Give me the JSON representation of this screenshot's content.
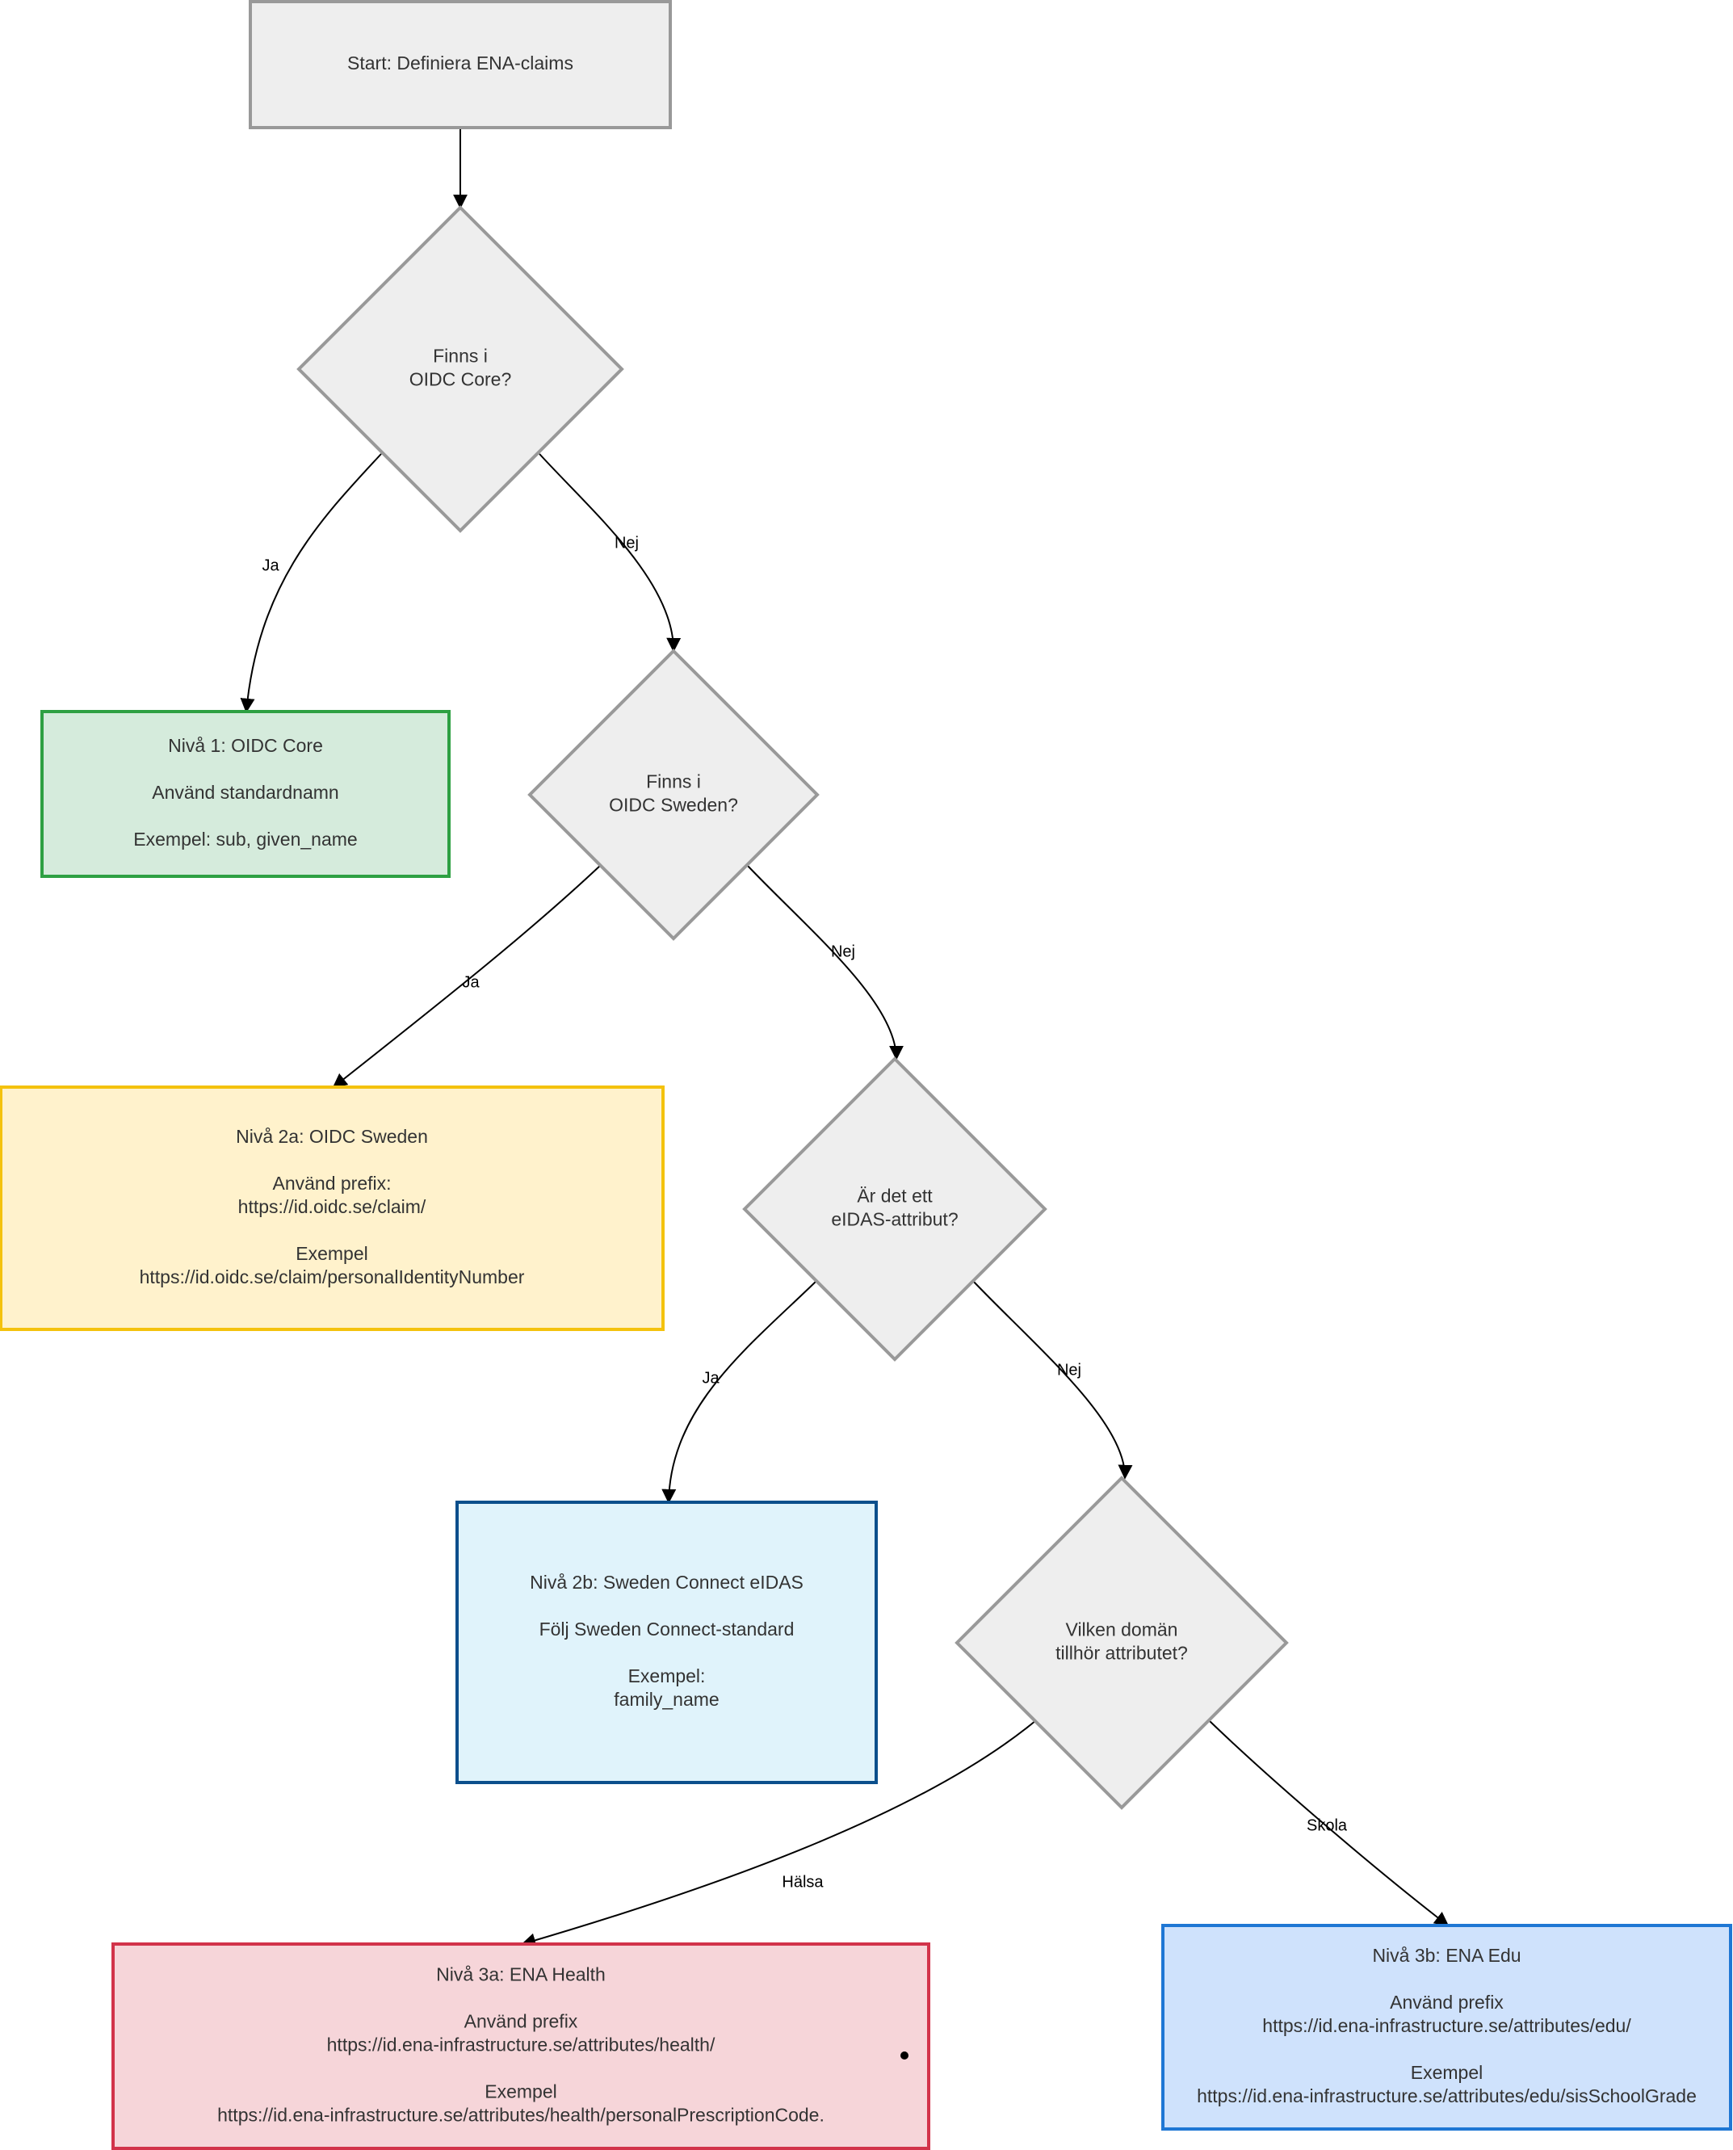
{
  "diagram": {
    "nodes": {
      "start": {
        "lines": [
          "Start: Definiera ENA-claims"
        ],
        "fill": "#eeeeee",
        "stroke": "#999999"
      },
      "q_core": {
        "lines": [
          "Finns  i",
          "OIDC Core?"
        ],
        "fill": "#eeeeee",
        "stroke": "#999999"
      },
      "level1": {
        "lines": [
          "Nivå 1: OIDC Core",
          "",
          "Använd standardnamn",
          "",
          "Exempel: sub, given_name"
        ],
        "fill": "#d5ebdc",
        "stroke": "#2ea043"
      },
      "q_sweden": {
        "lines": [
          "Finns i",
          "OIDC Sweden?"
        ],
        "fill": "#eeeeee",
        "stroke": "#999999"
      },
      "level2a": {
        "lines": [
          "Nivå 2a: OIDC Sweden",
          "",
          "Använd prefix:",
          "https://id.oidc.se/claim/",
          "",
          "Exempel",
          "https://id.oidc.se/claim/personalIdentityNumber"
        ],
        "fill": "#fff2cc",
        "stroke": "#f4c20d"
      },
      "q_eidas": {
        "lines": [
          "Är det ett",
          "eIDAS-attribut?"
        ],
        "fill": "#eeeeee",
        "stroke": "#999999"
      },
      "level2b": {
        "lines": [
          "Nivå 2b: Sweden Connect eIDAS",
          "",
          "Följ Sweden Connect-standard",
          "",
          "Exempel:",
          "family_name"
        ],
        "fill": "#e0f3fb",
        "stroke": "#0b4f8c"
      },
      "q_domain": {
        "lines": [
          "Vilken domän",
          "tillhör attributet?"
        ],
        "fill": "#eeeeee",
        "stroke": "#999999"
      },
      "level3a": {
        "lines": [
          "Nivå 3a: ENA Health",
          "",
          "Använd prefix",
          "https://id.ena-infrastructure.se/attributes/health/",
          "",
          "Exempel",
          "https://id.ena-infrastructure.se/attributes/health/personalPrescriptionCode."
        ],
        "fill": "#f6d5d9",
        "stroke": "#d2334a"
      },
      "level3b": {
        "lines": [
          "Nivå 3b: ENA Edu",
          "",
          "Använd prefix",
          "https://id.ena-infrastructure.se/attributes/edu/",
          "",
          "Exempel",
          "https://id.ena-infrastructure.se/attributes/edu/sisSchoolGrade"
        ],
        "fill": "#cfe2fc",
        "stroke": "#1f77d4"
      }
    },
    "edges": [
      {
        "from": "start",
        "to": "q_core",
        "label": ""
      },
      {
        "from": "q_core",
        "to": "level1",
        "label": "Ja"
      },
      {
        "from": "q_core",
        "to": "q_sweden",
        "label": "Nej"
      },
      {
        "from": "q_sweden",
        "to": "level2a",
        "label": "Ja"
      },
      {
        "from": "q_sweden",
        "to": "q_eidas",
        "label": "Nej"
      },
      {
        "from": "q_eidas",
        "to": "level2b",
        "label": "Ja"
      },
      {
        "from": "q_eidas",
        "to": "q_domain",
        "label": "Nej"
      },
      {
        "from": "q_domain",
        "to": "level3a",
        "label": "Hälsa"
      },
      {
        "from": "q_domain",
        "to": "level3b",
        "label": "Skola"
      }
    ]
  }
}
